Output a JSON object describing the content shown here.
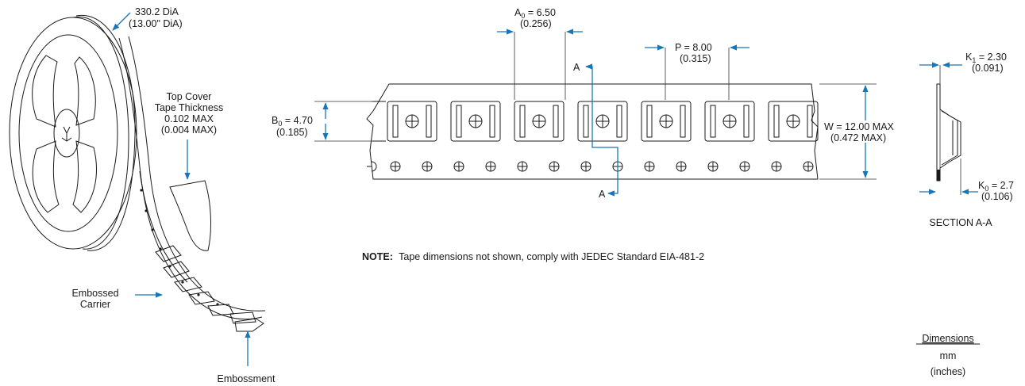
{
  "reel": {
    "diameter_mm": "330.2 DiA",
    "diameter_in": "(13.00\" DiA)"
  },
  "cover_tape": {
    "line1": "Top Cover",
    "line2": "Tape Thickness",
    "line3": "0.102 MAX",
    "line4": "(0.004 MAX)"
  },
  "carrier": {
    "line1": "Embossed",
    "line2": "Carrier"
  },
  "embossment": {
    "label": "Embossment"
  },
  "dims": {
    "a0_sym": "A",
    "a0_sub": "0",
    "a0_val": " = 6.50",
    "a0_in": "(0.256)",
    "p_val": "P = 8.00",
    "p_in": "(0.315)",
    "b0_sym": "B",
    "b0_sub": "0",
    "b0_val": " = 4.70",
    "b0_in": "(0.185)",
    "w_val": "W = 12.00 MAX",
    "w_in": "(0.472 MAX)",
    "k1_sym": "K",
    "k1_sub": "1",
    "k1_val": " = 2.30",
    "k1_in": "(0.091)",
    "k0_sym": "K",
    "k0_sub": "0",
    "k0_val": " = 2.7",
    "k0_in": "(0.106)"
  },
  "section": {
    "marker": "A",
    "title": "SECTION A-A"
  },
  "note": {
    "prefix": "NOTE:",
    "text": "Tape dimensions not shown, comply with JEDEC Standard EIA-481-2"
  },
  "units": {
    "title": "Dimensions",
    "line1": "mm",
    "line2": "(inches)"
  },
  "colors": {
    "leader": "#1976b8",
    "ink": "#1a1a1a"
  }
}
